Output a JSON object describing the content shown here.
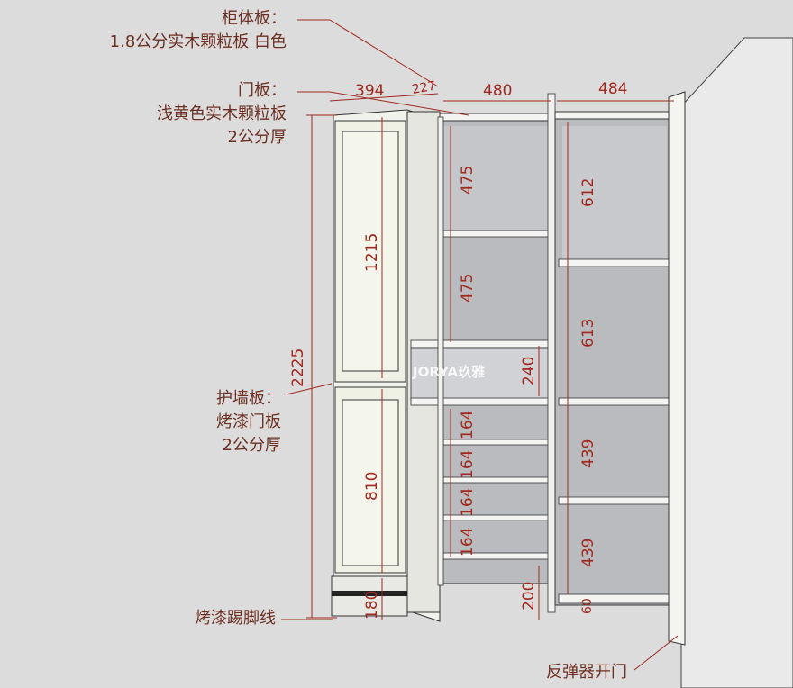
{
  "annotations": {
    "cabinet_panel_title": "柜体板：",
    "cabinet_panel_spec": "1.8公分实木颗粒板 白色",
    "door_panel_title": "门板：",
    "door_panel_spec": "浅黄色实木颗粒板",
    "door_panel_thickness": "2公分厚",
    "wall_panel_title": "护墙板：",
    "wall_panel_spec": "烤漆门板",
    "wall_panel_thickness": "2公分厚",
    "skirting": "烤漆踢脚线",
    "push_open": "反弹器开门"
  },
  "dimensions": {
    "top_width_1": "394",
    "top_width_2": "227",
    "top_width_3": "480",
    "top_width_4": "484",
    "total_height": "2225",
    "upper_door_height": "1215",
    "lower_door_height": "810",
    "plinth_height": "180",
    "mid_upper_shelf_1": "475",
    "mid_upper_shelf_2": "475",
    "niche_height": "240",
    "shoe_shelf_1": "164",
    "shoe_shelf_2": "164",
    "shoe_shelf_3": "164",
    "shoe_shelf_4": "164",
    "mid_base_height": "200",
    "right_shelf_1": "612",
    "right_shelf_2": "613",
    "right_shelf_3": "439",
    "right_shelf_4": "439",
    "right_base_height": "60"
  },
  "watermark": "JORYA玖雅",
  "colors": {
    "annotation": "#6b2f22",
    "dimension": "#a0281e",
    "wall": "#dcdcdc",
    "cabinet_interior": "#b9bbbf"
  }
}
